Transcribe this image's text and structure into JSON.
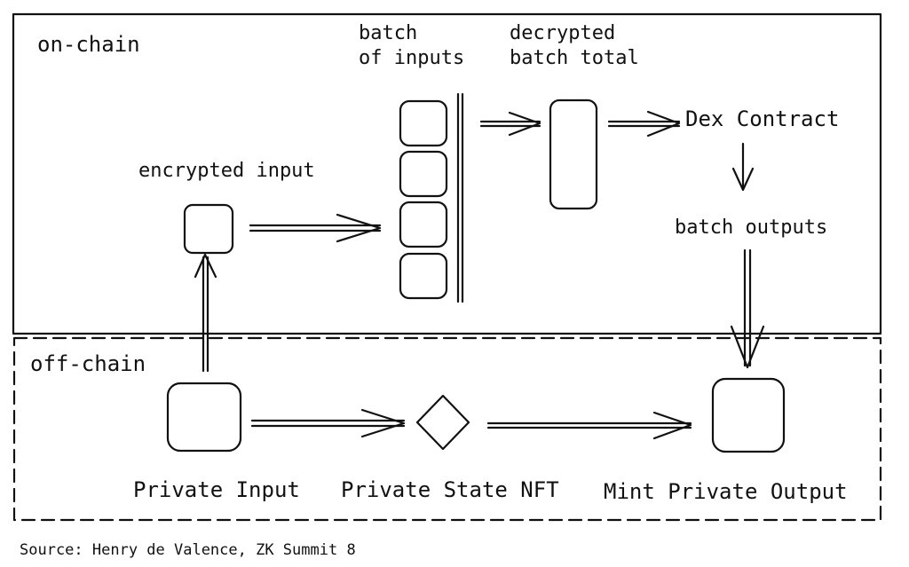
{
  "regions": {
    "onchain_label": "on-chain",
    "offchain_label": "off-chain"
  },
  "labels": {
    "batch_of_inputs_line1": "batch",
    "batch_of_inputs_line2": "of inputs",
    "decrypted_batch_total_line1": "decrypted",
    "decrypted_batch_total_line2": "batch total",
    "dex_contract": "Dex Contract",
    "encrypted_input": "encrypted input",
    "batch_outputs": "batch outputs",
    "private_input": "Private Input",
    "private_state_nft": "Private State NFT",
    "mint_private_output": "Mint Private Output"
  },
  "source": "Source: Henry de Valence, ZK Summit 8",
  "colors": {
    "ink": "#111111",
    "background": "#ffffff"
  }
}
